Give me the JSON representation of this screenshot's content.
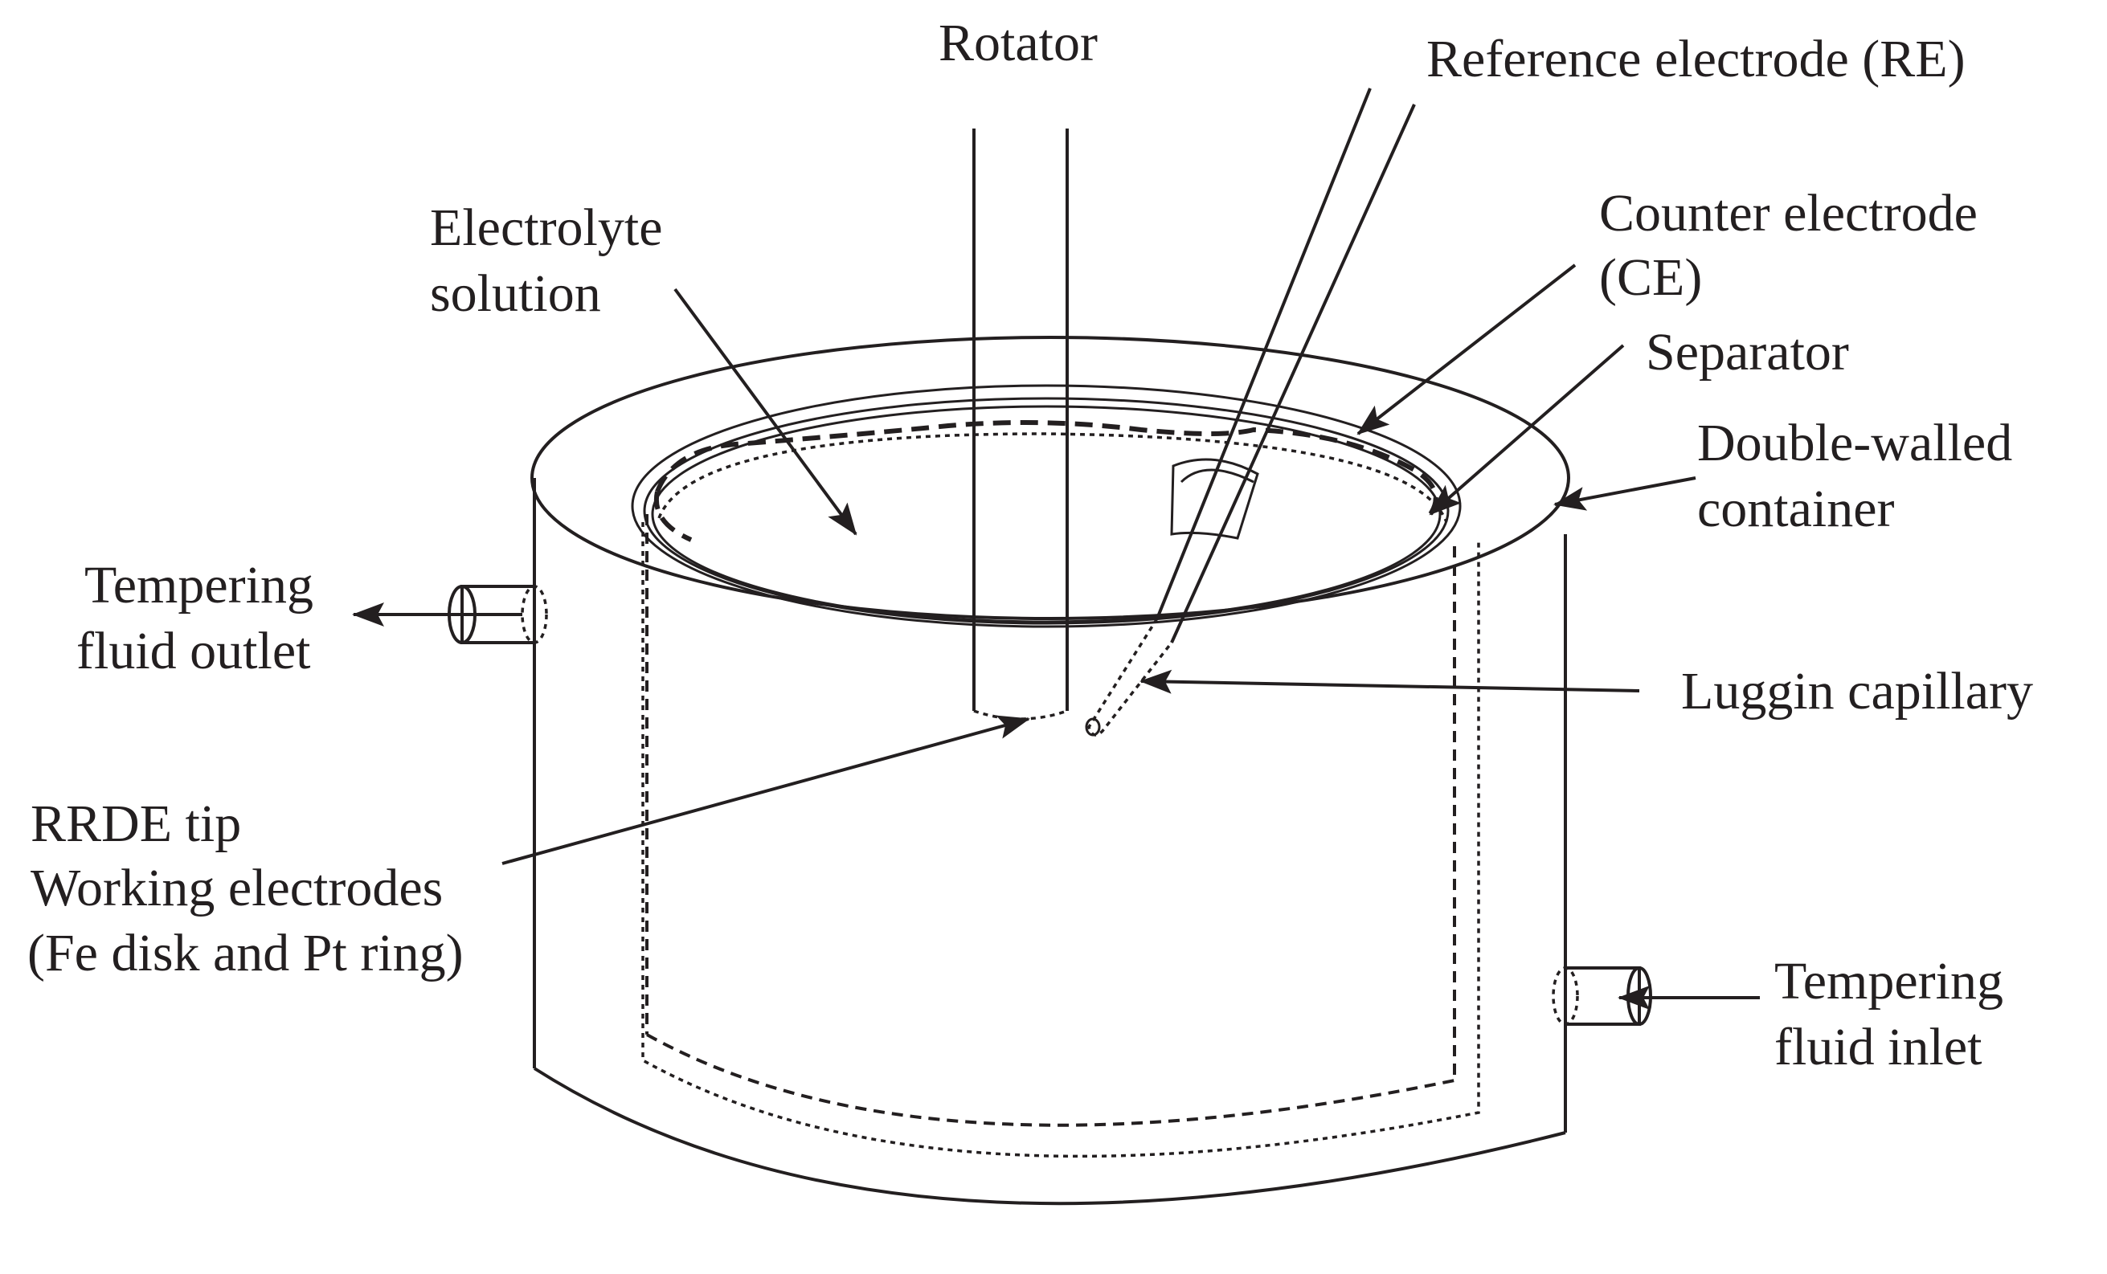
{
  "labels": {
    "rotator": "Rotator",
    "reference_electrode": "Reference electrode (RE)",
    "counter_electrode_line1": "Counter electrode",
    "counter_electrode_line2": "(CE)",
    "separator": "Separator",
    "double_walled_line1": "Double-walled",
    "double_walled_line2": "container",
    "electrolyte_line1": "Electrolyte",
    "electrolyte_line2": "solution",
    "tempering_outlet_line1": "Tempering",
    "tempering_outlet_line2": "fluid outlet",
    "luggin_capillary": "Luggin capillary",
    "rrde_line1": "RRDE tip",
    "rrde_line2": "Working electrodes",
    "rrde_line3": "(Fe disk and Pt ring)",
    "tempering_inlet_line1": "Tempering",
    "tempering_inlet_line2": "fluid inlet"
  }
}
